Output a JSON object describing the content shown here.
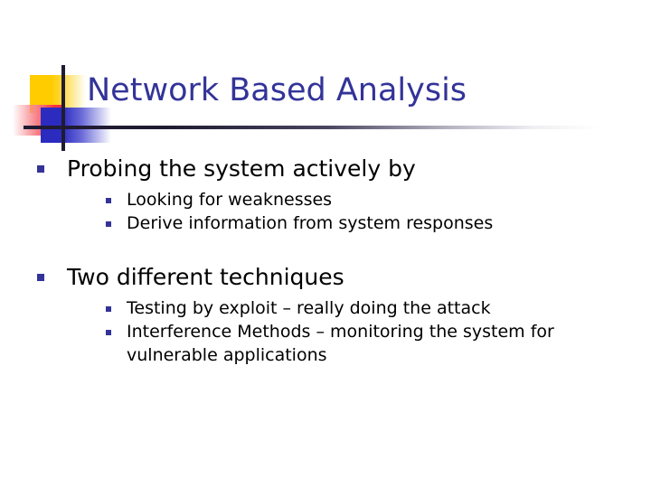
{
  "slide": {
    "title": "Network Based Analysis",
    "colors": {
      "title_text": "#333399",
      "bullet": "#333399",
      "body_text": "#000000",
      "rule": "#201B32",
      "deco_yellow": "#FFCC00",
      "deco_red": "#F4323C",
      "deco_blue": "#2B2BC0",
      "background": "#FFFFFF"
    },
    "content": [
      {
        "level1": "Probing the system actively by",
        "level2": [
          "Looking for weaknesses",
          "Derive information from system responses"
        ]
      },
      {
        "level1": "Two different techniques",
        "level2": [
          "Testing by exploit – really doing the attack",
          "Interference Methods – monitoring the system for vulnerable applications"
        ]
      }
    ]
  }
}
